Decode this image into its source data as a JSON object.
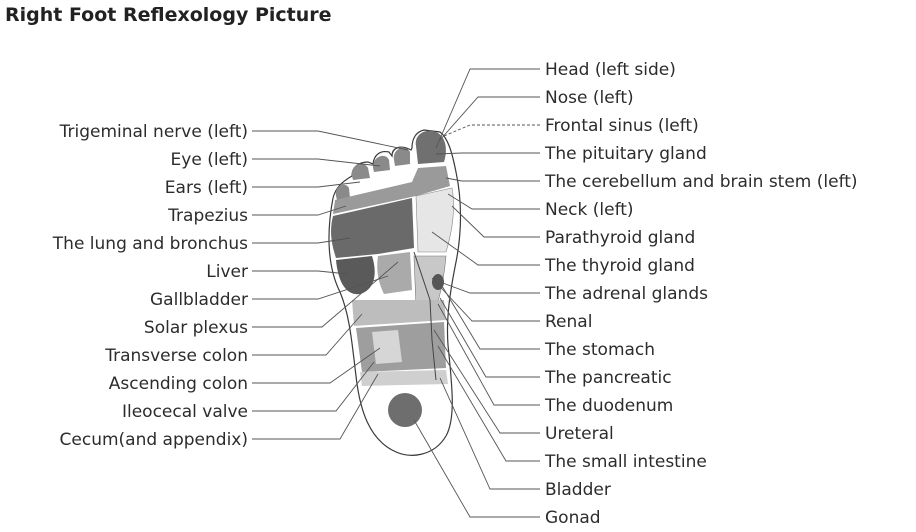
{
  "title": "Right Foot Reflexology Picture",
  "left_labels": [
    "Trigeminal nerve (left)",
    "Eye (left)",
    "Ears (left)",
    "Trapezius",
    "The lung and bronchus",
    "Liver",
    "Gallbladder",
    "Solar plexus",
    "Transverse colon",
    "Ascending colon",
    "Ileocecal valve",
    "Cecum(and appendix)"
  ],
  "right_labels": [
    "Head (left side)",
    "Nose (left)",
    "Frontal sinus (left)",
    "The pituitary gland",
    "The cerebellum and brain stem (left)",
    "Neck (left)",
    "Parathyroid gland",
    "The thyroid gland",
    "The adrenal glands",
    "Renal",
    "The stomach",
    "The pancreatic",
    "The duodenum",
    "Ureteral",
    "The small intestine",
    "Bladder",
    "Gonad"
  ]
}
